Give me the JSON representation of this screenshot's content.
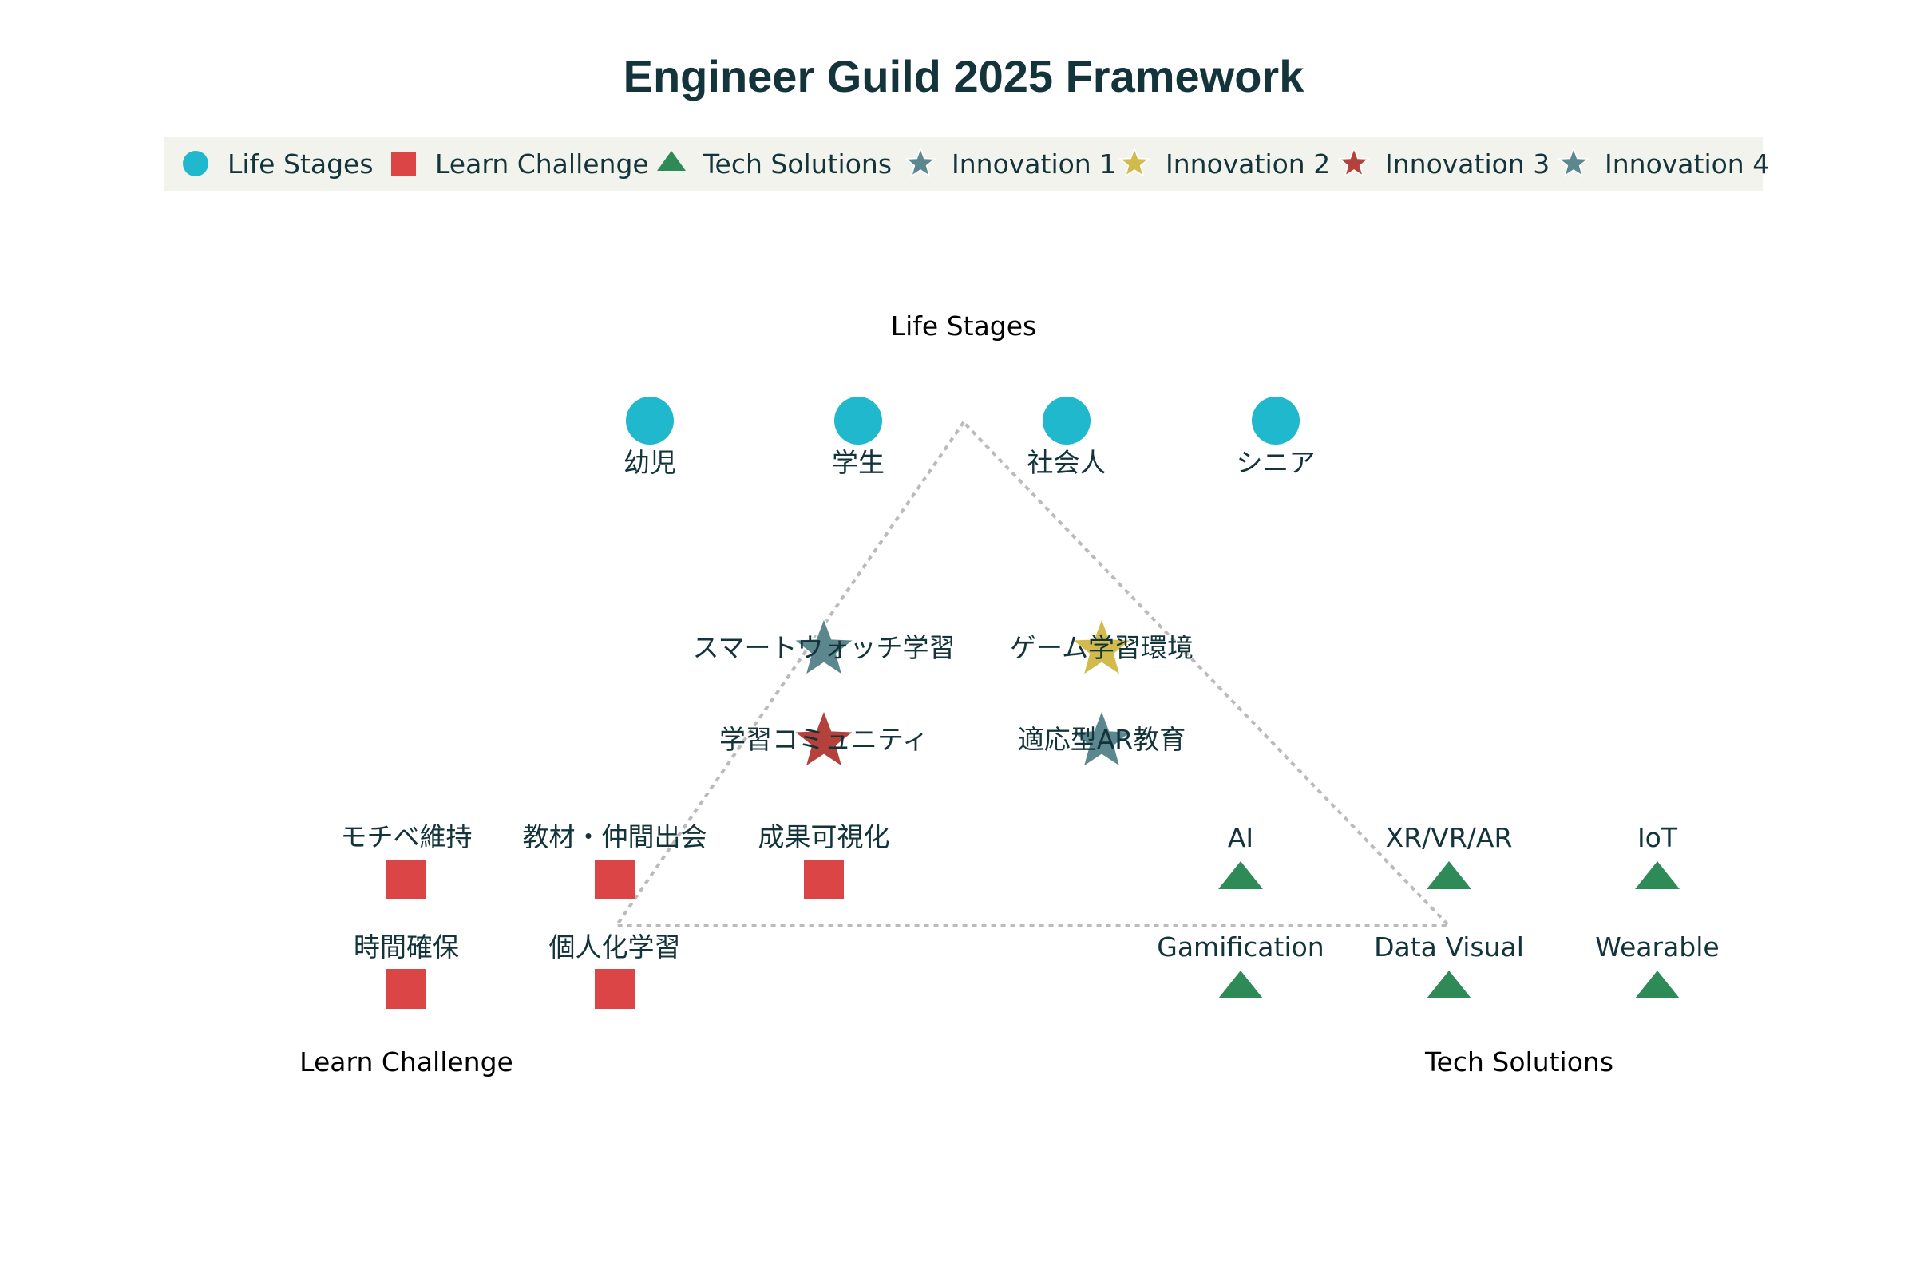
{
  "title": "Engineer Guild 2025 Framework",
  "colors": {
    "text": "#13343b",
    "life_stages": "#1fb8cd",
    "learn_challenge": "#db4545",
    "tech_solutions": "#2e8b57",
    "innovation_1": "#5d878f",
    "innovation_2": "#d2ba4c",
    "innovation_3": "#b4413c",
    "innovation_4": "#5d878f",
    "legend_bg": "#f3f3ee",
    "triangle": "#bbbbbb"
  },
  "legend": [
    {
      "label": "Life Stages",
      "shape": "circle",
      "color": "#1fb8cd"
    },
    {
      "label": "Learn Challenge",
      "shape": "square",
      "color": "#db4545"
    },
    {
      "label": "Tech Solutions",
      "shape": "triangle",
      "color": "#2e8b57"
    },
    {
      "label": "Innovation 1",
      "shape": "star",
      "color": "#5d878f"
    },
    {
      "label": "Innovation 2",
      "shape": "star",
      "color": "#d2ba4c"
    },
    {
      "label": "Innovation 3",
      "shape": "star",
      "color": "#b4413c"
    },
    {
      "label": "Innovation 4",
      "shape": "star",
      "color": "#5d878f"
    }
  ],
  "group_labels": {
    "life_stages": "Life Stages",
    "learn_challenge": "Learn Challenge",
    "tech_solutions": "Tech Solutions"
  },
  "life_stages": [
    "幼児",
    "学生",
    "社会人",
    "シニア"
  ],
  "learn_challenge": [
    "モチベ維持",
    "教材・仲間出会",
    "成果可視化",
    "時間確保",
    "個人化学習"
  ],
  "tech_solutions": [
    "AI",
    "XR/VR/AR",
    "IoT",
    "Gamification",
    "Data Visual",
    "Wearable"
  ],
  "innovations": [
    {
      "label": "スマートウォッチ学習",
      "series": "Innovation 1",
      "color": "#5d878f"
    },
    {
      "label": "ゲーム学習環境",
      "series": "Innovation 2",
      "color": "#d2ba4c"
    },
    {
      "label": "学習コミュニティ",
      "series": "Innovation 3",
      "color": "#b4413c"
    },
    {
      "label": "適応型AR教育",
      "series": "Innovation 4",
      "color": "#5d878f"
    }
  ]
}
